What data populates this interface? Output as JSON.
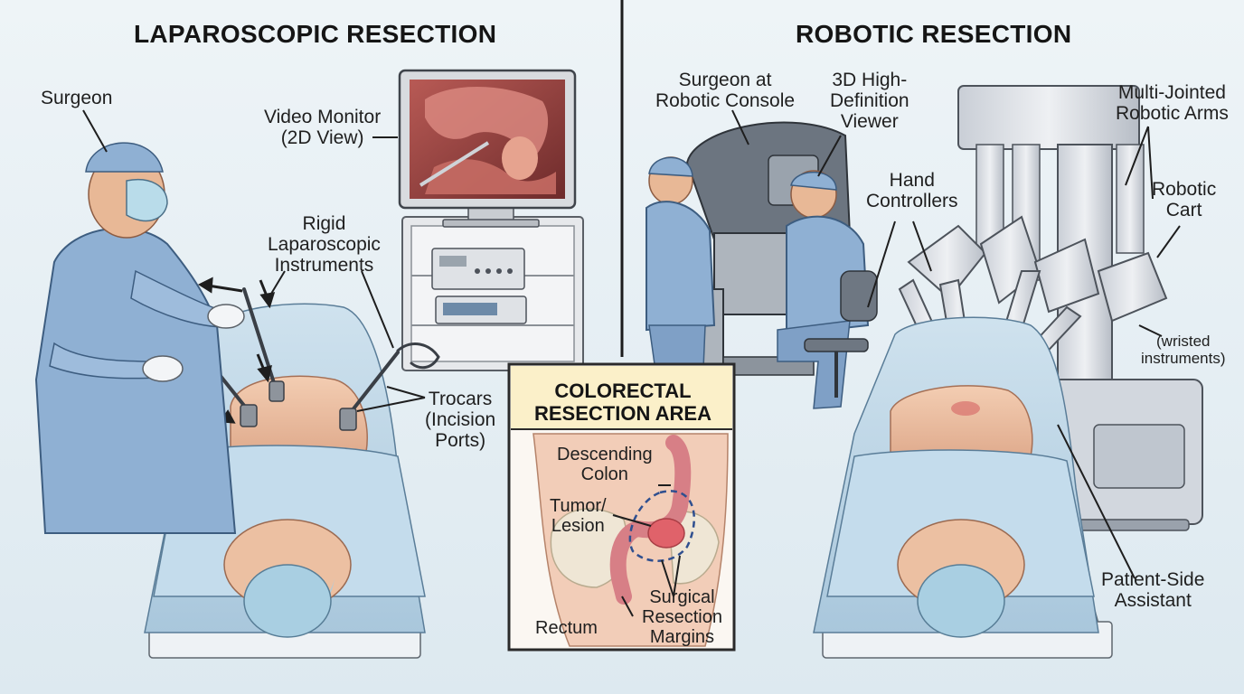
{
  "titles": {
    "left": "LAPAROSCOPIC RESECTION",
    "right": "ROBOTIC RESECTION"
  },
  "left_labels": {
    "surgeon": "Surgeon",
    "monitor": [
      "Video Monitor",
      "(2D View)"
    ],
    "instruments": [
      "Rigid",
      "Laparoscopic",
      "Instruments"
    ],
    "trocars": [
      "Trocars",
      "(Incision",
      "Ports)"
    ]
  },
  "right_labels": {
    "console": [
      "Surgeon at",
      "Robotic Console"
    ],
    "viewer": [
      "3D High-",
      "Definition",
      "Viewer"
    ],
    "controllers": [
      "Hand",
      "Controllers"
    ],
    "arms": [
      "Multi-Jointed",
      "Robotic Arms"
    ],
    "cart": [
      "Robotic",
      "Cart"
    ],
    "wristed": [
      "(wristed",
      "instruments)"
    ],
    "assistant": [
      "Patient-Side",
      "Assistant"
    ]
  },
  "inset": {
    "title": [
      "COLORECTAL",
      "RESECTION AREA"
    ],
    "descending": [
      "Descending",
      "Colon"
    ],
    "tumor": [
      "Tumor/",
      "Lesion"
    ],
    "rectum": "Rectum",
    "margins": [
      "Surgical",
      "Resection",
      "Margins"
    ]
  },
  "colors": {
    "background": "#e9f1f5",
    "scrubs": "#8fb0d3",
    "drape": "#bcd6e8",
    "skin": "#eec3a6",
    "inset_header": "#fbf0c9",
    "colon": "#d77f86",
    "tumor": "#e0626a",
    "margin_line": "#2f4f8f",
    "robot": "#d9dde3"
  }
}
